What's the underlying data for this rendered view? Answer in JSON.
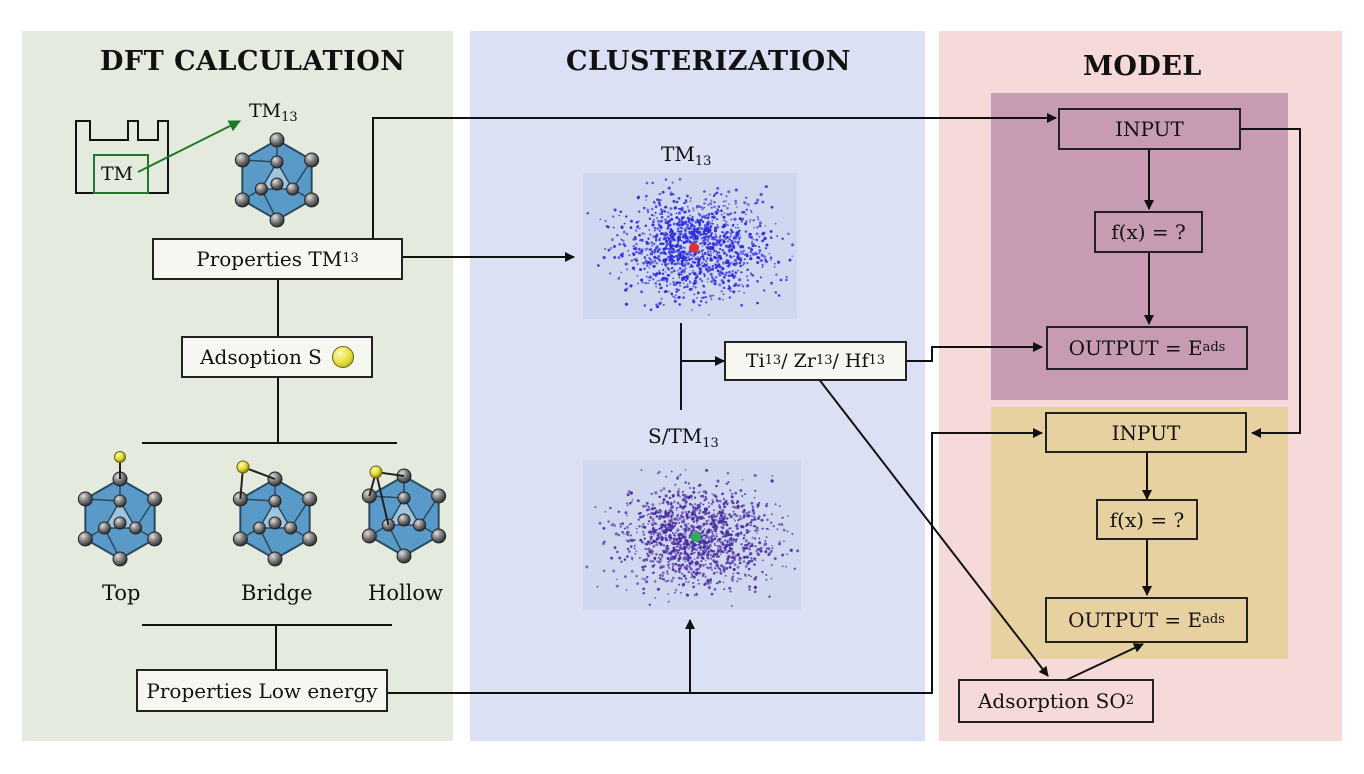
{
  "panels": {
    "dft": {
      "title": "DFT CALCULATION"
    },
    "clusterization": {
      "title": "CLUSTERIZATION"
    },
    "model": {
      "title": "MODEL"
    }
  },
  "dft": {
    "tm_cell_label": "TM",
    "tm13": {
      "base": "TM",
      "sub": "13"
    },
    "properties_tm13": {
      "base": "Properties TM",
      "sub": "13"
    },
    "adsorption_s": "Adsoption S",
    "sites": [
      "Top",
      "Bridge",
      "Hollow"
    ],
    "properties_low_energy": "Properties Low energy"
  },
  "clusterization": {
    "plot1_label": {
      "base": "TM",
      "sub": "13"
    },
    "plot2_label": {
      "base": "S/TM",
      "sub": "13"
    },
    "metals": {
      "a": "Ti",
      "a_sub": "13",
      "sep1": " / Zr",
      "b_sub": "13",
      "sep2": " / Hf",
      "c_sub": "13"
    }
  },
  "model": {
    "top": {
      "input": "INPUT",
      "function": "f(x) = ?",
      "output": "OUTPUT = E",
      "output_sub": "ads"
    },
    "bottom": {
      "input": "INPUT",
      "function": "f(x) = ?",
      "output": "OUTPUT = E",
      "output_sub": "ads"
    },
    "adsorption_so2": {
      "base": "Adsorption SO",
      "sub": "2"
    }
  },
  "colors": {
    "dft_panel": "#e4eadd",
    "cluster_panel": "#dbe0f4",
    "model_panel": "#f6d9d9",
    "model_top_block": "#c79bb1",
    "model_bottom_block": "#e8d1a0",
    "cluster_points_1": "#2a2ad8",
    "cluster_points_2": "#4a2aa0",
    "centroid_1": "#e03030",
    "centroid_2": "#30b050",
    "atom_face": "#5a9ac8",
    "atom_sphere": "#7a7a7a",
    "sulfur": "#e8e030",
    "arrow_green": "#1e7a2a"
  }
}
